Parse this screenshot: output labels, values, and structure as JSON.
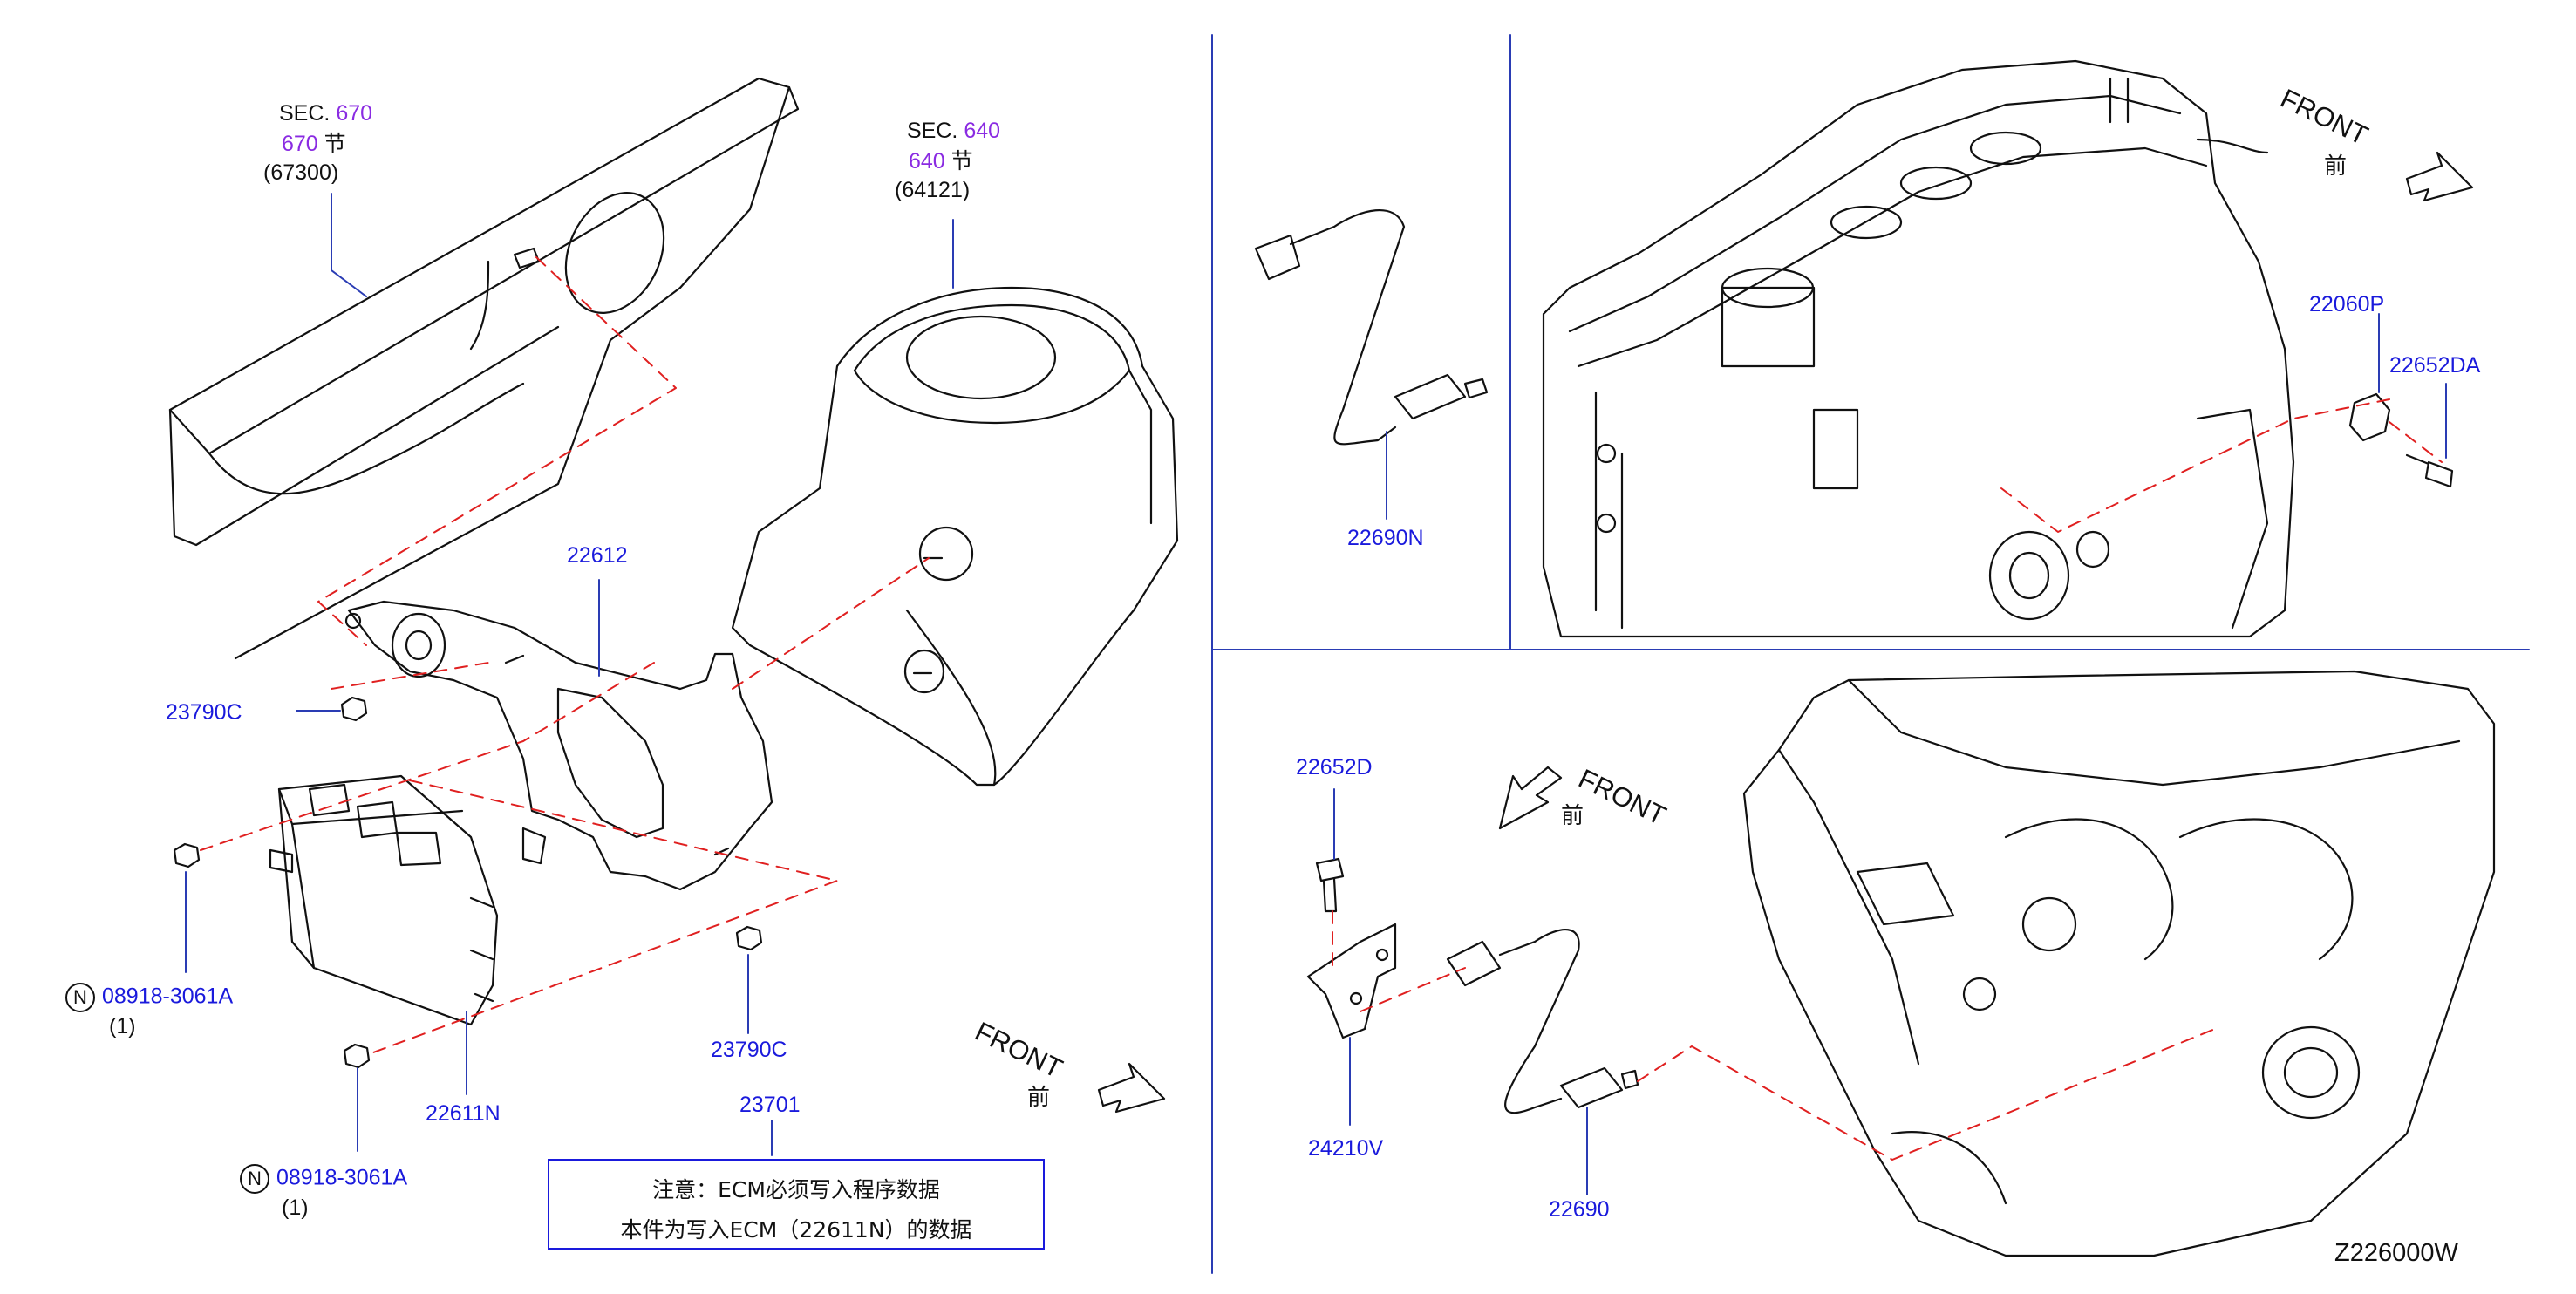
{
  "sections": {
    "sec670": {
      "prefix": "SEC.",
      "num": "670",
      "num2": "670",
      "jie": "节",
      "code": "(67300)"
    },
    "sec640": {
      "prefix": "SEC.",
      "num": "640",
      "num2": "640",
      "jie": "节",
      "code": "(64121)"
    }
  },
  "parts": {
    "p22612": "22612",
    "p23790c_top": "23790C",
    "p08918_top": "08918-3061A",
    "p08918_top_qty": "(1)",
    "p22611n": "22611N",
    "p23790c_bottom": "23790C",
    "p08918_bottom": "08918-3061A",
    "p08918_bottom_qty": "(1)",
    "p23701": "23701",
    "p22690n": "22690N",
    "p22060p": "22060P",
    "p22652da": "22652DA",
    "p22652d": "22652D",
    "p24210v": "24210V",
    "p22690": "22690"
  },
  "n_marker": "N",
  "front": {
    "text": "FRONT",
    "cn": "前"
  },
  "note": {
    "line1": "注意：ECM必须写入程序数据",
    "line2": "本件为写入ECM（22611N）的数据"
  },
  "diagram_code": "Z226000W",
  "colors": {
    "label_blue": "#1a1adc",
    "section_purple": "#8a2be2",
    "leader_red": "#e02020",
    "line_blue": "#2a3cb4"
  }
}
